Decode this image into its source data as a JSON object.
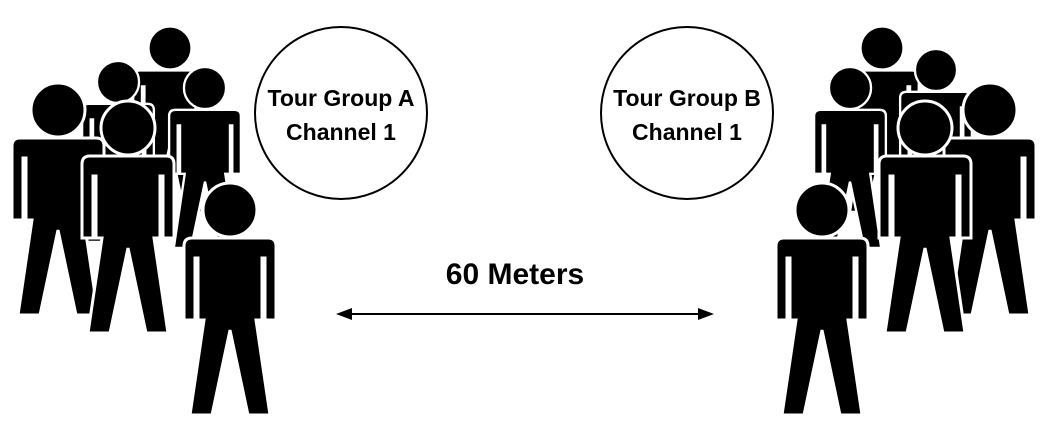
{
  "group_a": {
    "name": "Tour Group A",
    "channel": "Channel 1"
  },
  "group_b": {
    "name": "Tour Group B",
    "channel": "Channel 1"
  },
  "distance": {
    "label": "60 Meters"
  },
  "colors": {
    "figure": "#000000",
    "background": "#ffffff",
    "outline": "#000000"
  }
}
